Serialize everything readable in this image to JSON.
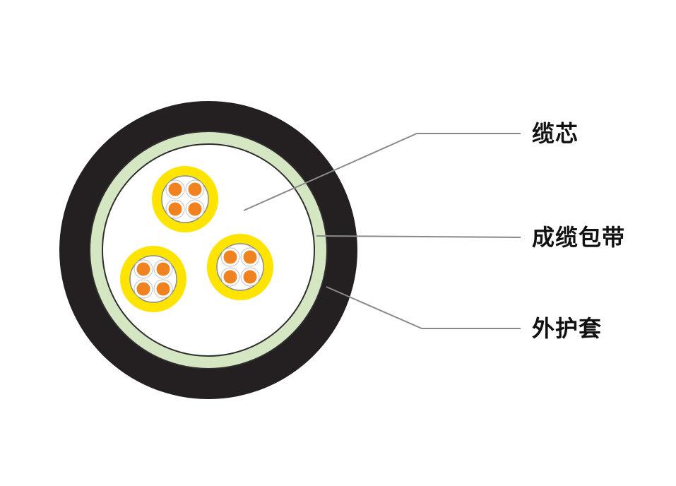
{
  "diagram": {
    "type": "cable-cross-section",
    "labels": {
      "core": "缆芯",
      "tape": "成缆包带",
      "sheath": "外护套"
    },
    "structure": {
      "core_units_count": 3,
      "fibers_per_unit": 4
    },
    "colors": {
      "sheath": "#241f21",
      "tape": "#d5e6c3",
      "inner_white": "#ffffff",
      "core_yellow": "#ffe400",
      "fiber_orange": "#f0831f",
      "leader_line": "#8a8a8a",
      "outline_dark": "#2f2f2f",
      "label_text": "#111111"
    }
  }
}
